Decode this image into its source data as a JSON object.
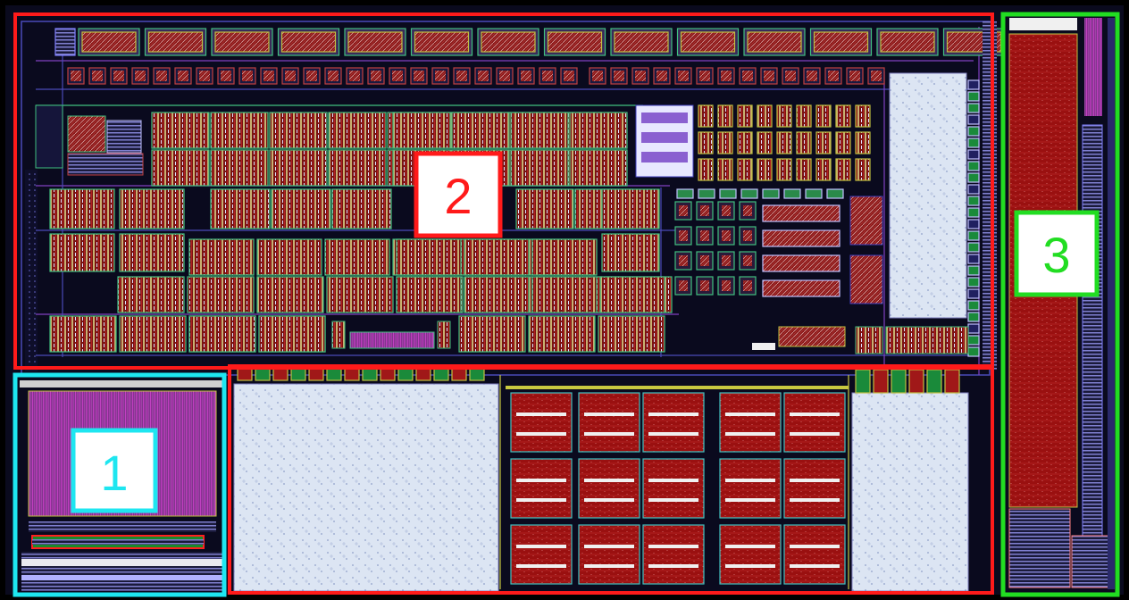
{
  "regions": [
    {
      "id": "region-1",
      "label": "1",
      "color": "#1ee6f0"
    },
    {
      "id": "region-2",
      "label": "2",
      "color": "#ff1a1a"
    },
    {
      "id": "region-3",
      "label": "3",
      "color": "#22dd22"
    }
  ],
  "colors": {
    "die_background": "#0a0a1e",
    "outer_border": "#000000",
    "metal_red": "#a01010",
    "cell_fill": "#8a1a1a",
    "fill_dots": "#dde6f4",
    "route_blue": "#4a4ab8",
    "route_purple": "#8040c0",
    "route_green": "#40c080",
    "magenta_bus": "#b030b0"
  }
}
